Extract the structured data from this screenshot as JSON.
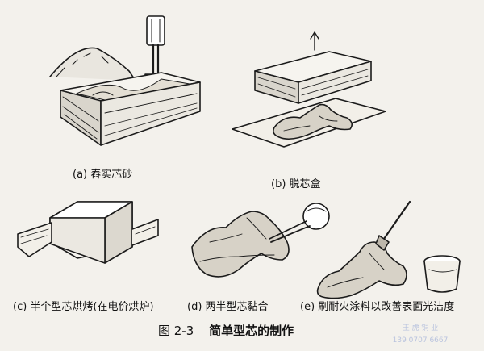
{
  "captions": {
    "a": "(a) 舂实芯砂",
    "b": "(b) 脱芯盒",
    "c": "(c) 半个型芯烘烤(在电价烘炉)",
    "d": "(d) 两半型芯黏合",
    "e": "(e) 刷耐火涂料以改善表面光洁度"
  },
  "figure": {
    "number": "图 2-3",
    "title": "简单型芯的制作"
  },
  "watermark": {
    "line1": "王 虎 铜 业",
    "line2": "139 0707 6667"
  }
}
